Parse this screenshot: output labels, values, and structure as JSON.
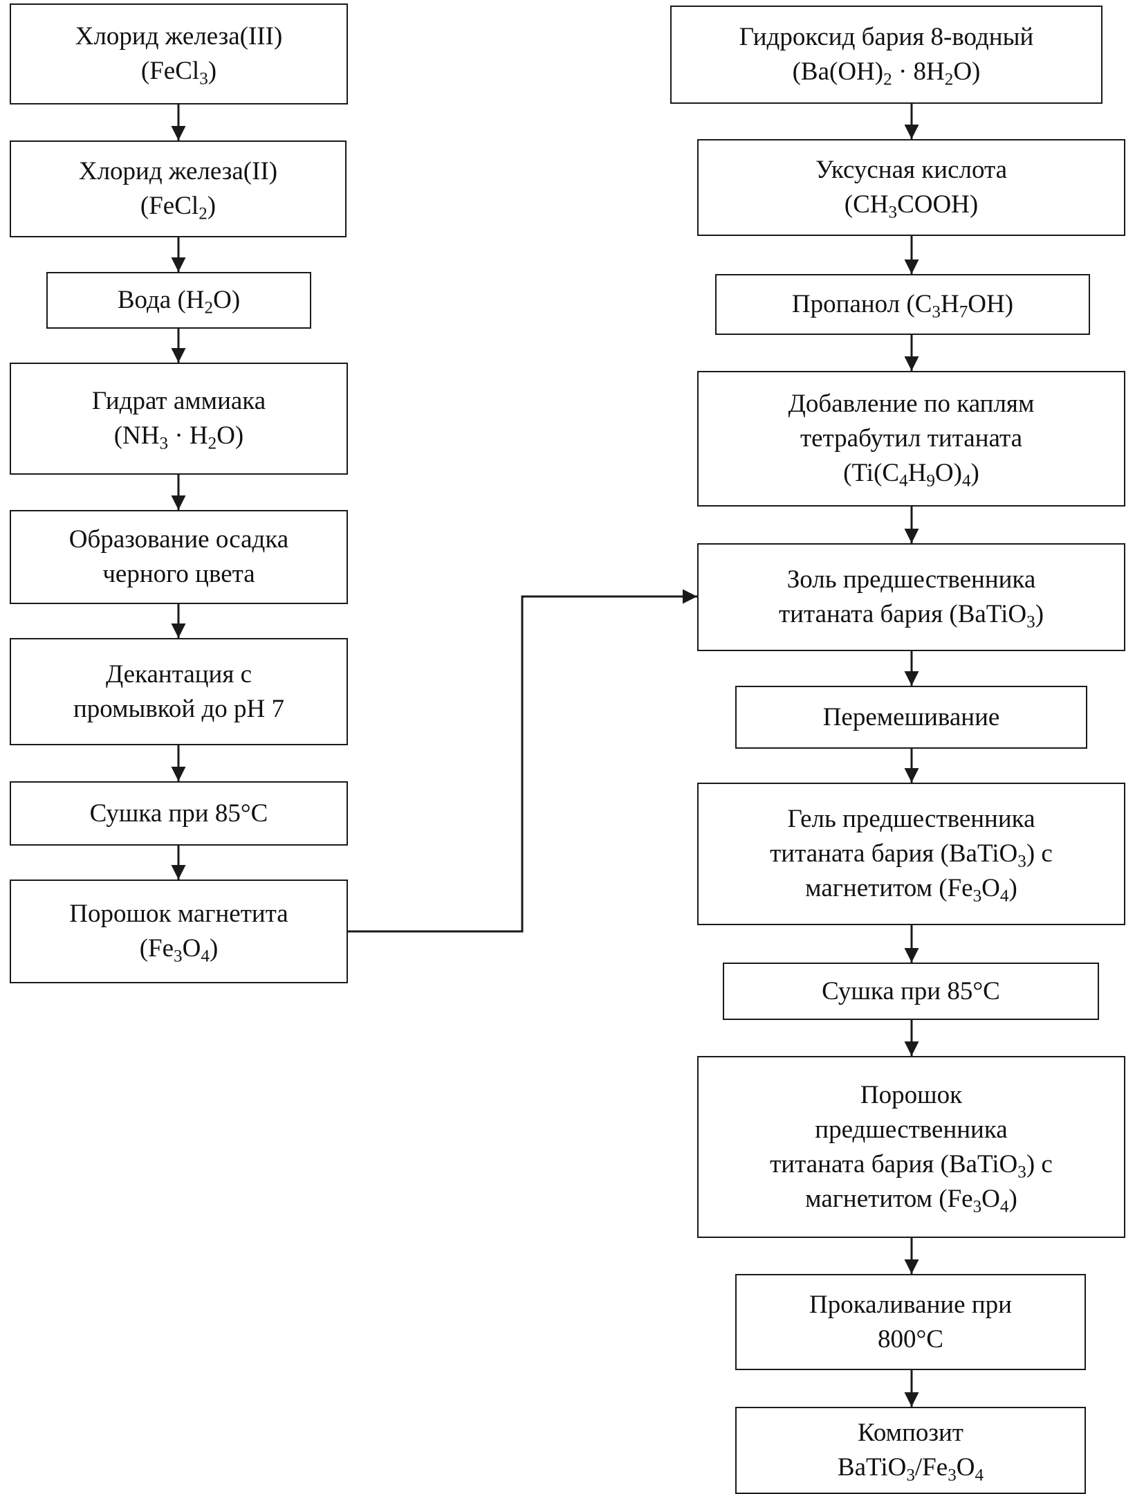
{
  "left_chain": [
    {
      "lines": [
        "Хлорид железа(III)",
        "(FeCl<sub>3</sub>)"
      ]
    },
    {
      "lines": [
        "Хлорид железа(II)",
        "(FeCl<sub>2</sub>)"
      ]
    },
    {
      "lines": [
        "Вода (H<sub>2</sub>O)"
      ]
    },
    {
      "lines": [
        "Гидрат аммиака",
        "(NH<sub>3</sub> · H<sub>2</sub>O)"
      ]
    },
    {
      "lines": [
        "Образование осадка",
        "черного цвета"
      ]
    },
    {
      "lines": [
        "Декантация с",
        "промывкой до pH 7"
      ]
    },
    {
      "lines": [
        "Сушка при 85°C"
      ]
    },
    {
      "lines": [
        "Порошок магнетита",
        "(Fe<sub>3</sub>O<sub>4</sub>)"
      ]
    }
  ],
  "right_chain": [
    {
      "lines": [
        "Гидроксид бария 8-водный",
        "(Ba(OH)<sub>2</sub> · 8H<sub>2</sub>O)"
      ]
    },
    {
      "lines": [
        "Уксусная кислота",
        "(CH<sub>3</sub>COOH)"
      ]
    },
    {
      "lines": [
        "Пропанол (C<sub>3</sub>H<sub>7</sub>OH)"
      ]
    },
    {
      "lines": [
        "Добавление по каплям",
        "тетрабутил титаната",
        "(Ti(C<sub>4</sub>H<sub>9</sub>O)<sub>4</sub>)"
      ]
    },
    {
      "lines": [
        "Золь предшественника",
        "титаната бария (BaTiO<sub>3</sub>)"
      ]
    },
    {
      "lines": [
        "Перемешивание"
      ]
    },
    {
      "lines": [
        "Гель предшественника",
        "титаната бария (BaTiO<sub>3</sub>) с",
        "магнетитом (Fe<sub>3</sub>O<sub>4</sub>)"
      ]
    },
    {
      "lines": [
        "Сушка при 85°C"
      ]
    },
    {
      "lines": [
        "Порошок",
        "предшественника",
        "титаната бария (BaTiO<sub>3</sub>) с",
        "магнетитом (Fe<sub>3</sub>O<sub>4</sub>)"
      ]
    },
    {
      "lines": [
        "Прокаливание при",
        "800°C"
      ]
    },
    {
      "lines": [
        "Композит",
        "BaTiO<sub>3</sub>/Fe<sub>3</sub>O<sub>4</sub>"
      ]
    }
  ],
  "style": {
    "line_color": "#1a1a1a",
    "text_color": "#111111",
    "background": "#ffffff"
  }
}
